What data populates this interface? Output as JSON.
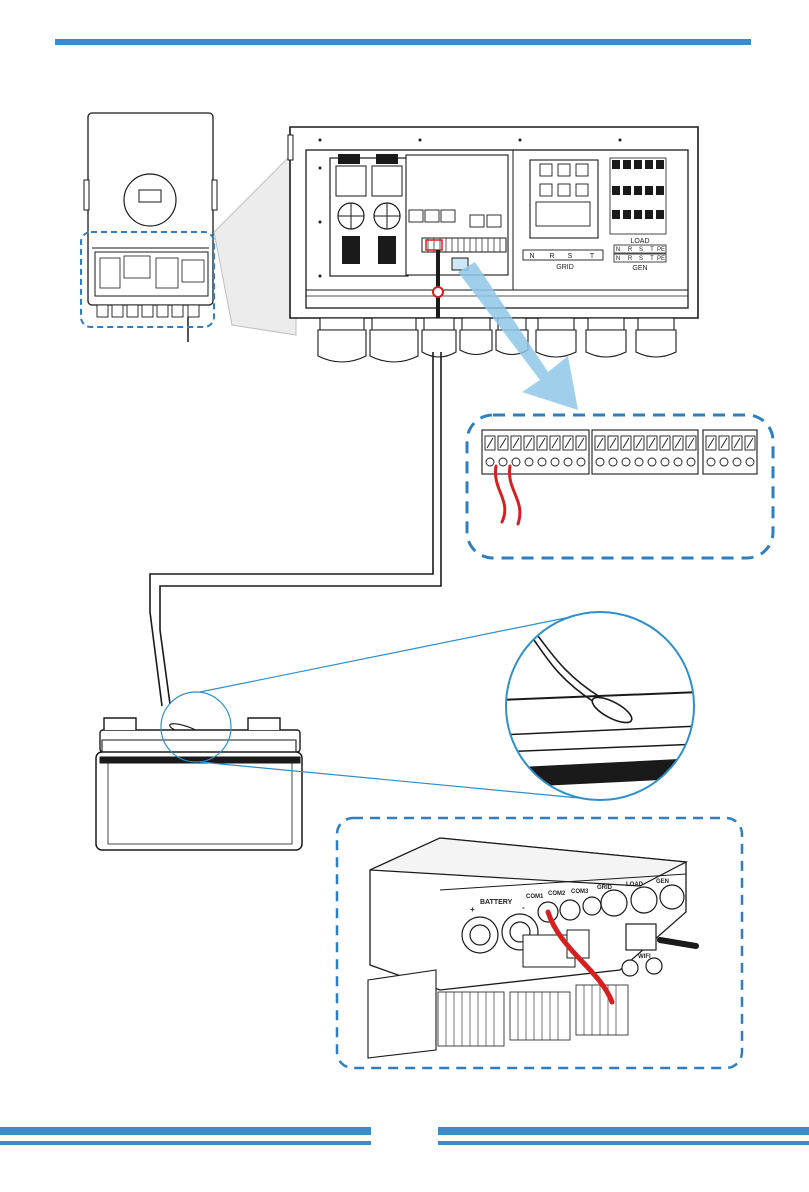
{
  "grid_terminal": {
    "label": "GRID",
    "phases": [
      "N",
      "R",
      "S",
      "T"
    ]
  },
  "load_terminal": {
    "label": "LOAD",
    "phases": [
      "N",
      "R",
      "S",
      "T",
      "PE"
    ]
  },
  "gen_terminal": {
    "label": "GEN",
    "phases": [
      "N",
      "R",
      "S",
      "T",
      "PE"
    ]
  },
  "bottom_ports": {
    "battery": "BATTERY",
    "com1": "COM1",
    "com2": "COM2",
    "com3": "COM3",
    "grid": "GRID",
    "load": "LOAD",
    "gen": "GEN",
    "wifi": "WIFI",
    "plus": "+",
    "minus": "-"
  },
  "colors": {
    "accent_blue": "#3a8cc4",
    "dashed_blue": "#2f7fc0",
    "cable_red": "#d62020",
    "line": "#1a1a1a"
  }
}
